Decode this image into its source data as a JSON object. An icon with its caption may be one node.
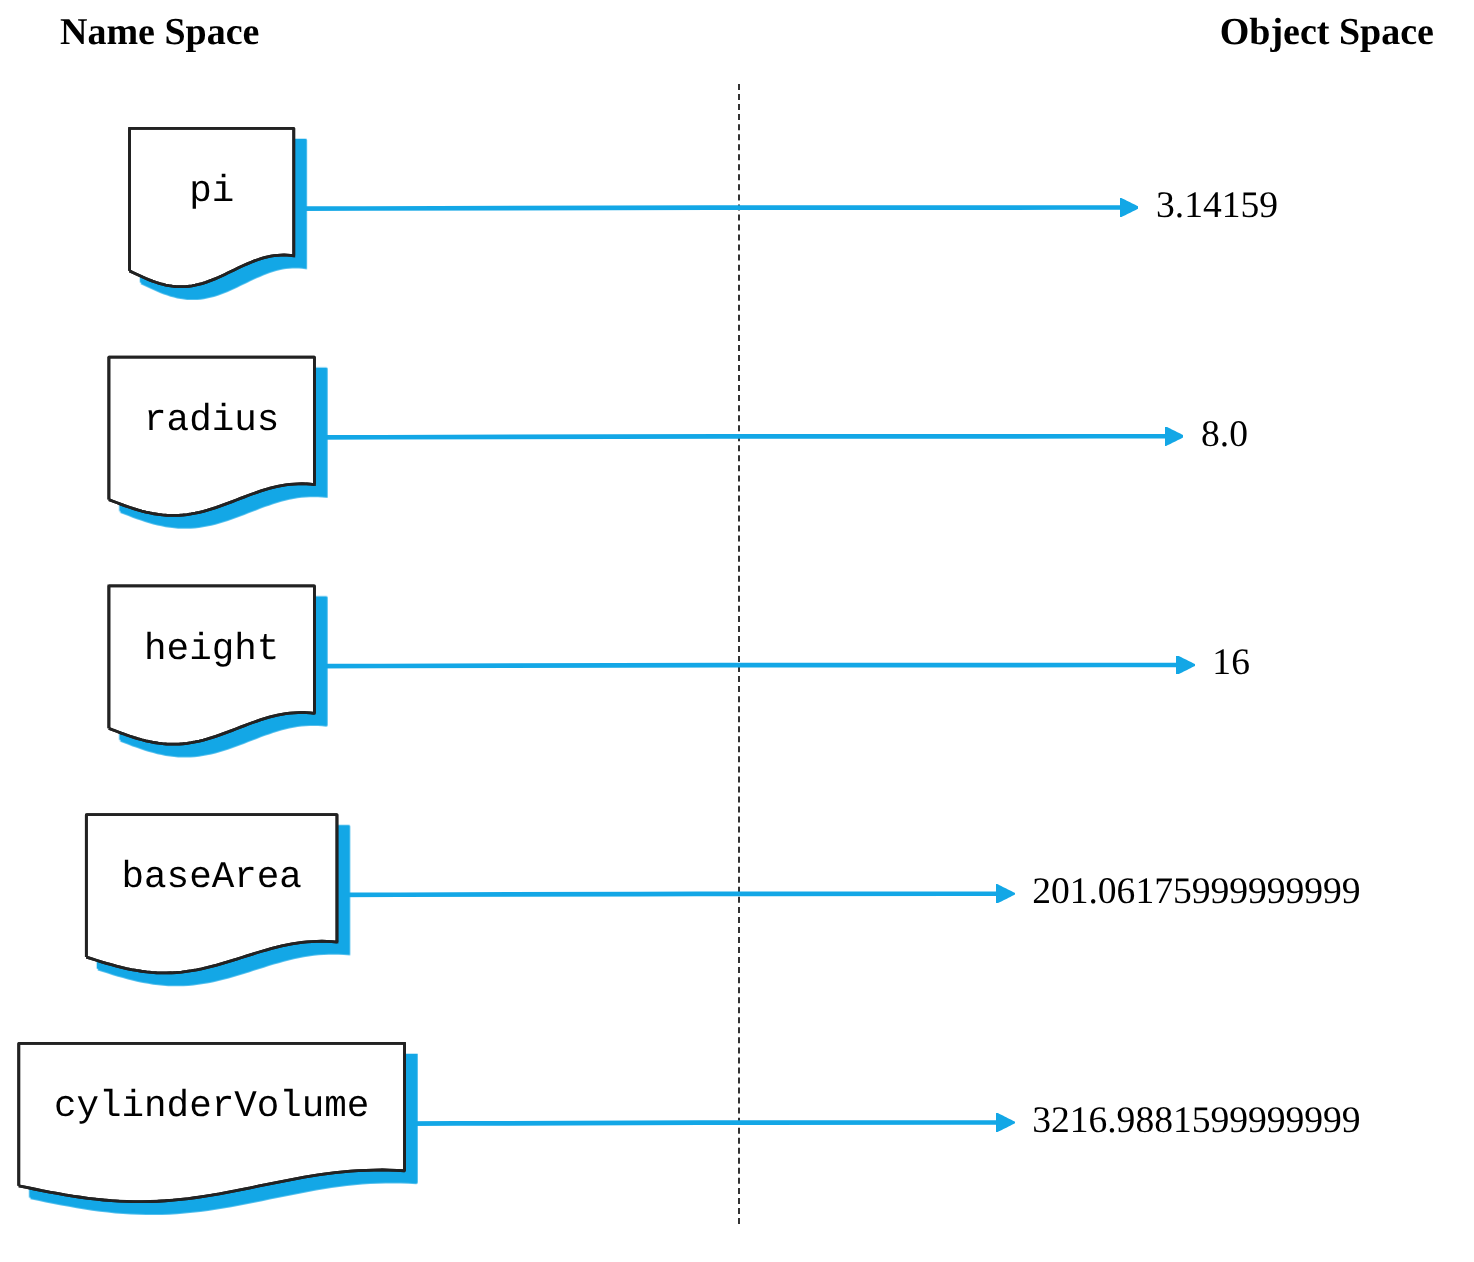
{
  "diagram": {
    "nodes": [
      {
        "text": [
          "pi"
        ]
      },
      {
        "text": [
          "3.14159"
        ]
      },
      {
        "text": [
          "radius"
        ]
      },
      {
        "text": [
          "8.0"
        ]
      },
      {
        "text": [
          "height"
        ]
      },
      {
        "text": [
          "16"
        ]
      },
      {
        "text": [
          "baseArea"
        ]
      },
      {
        "text": [
          "201.06175999999999"
        ]
      },
      {
        "text": [
          "cylinderVolume"
        ]
      },
      {
        "text": [
          "3216.9881599999999"
        ]
      }
    ],
    "edges": [
      {
        "from": 0,
        "to": 1,
        "arrow": "to"
      },
      {
        "from": 2,
        "to": 3,
        "arrow": "to"
      },
      {
        "from": 4,
        "to": 5,
        "arrow": "to"
      },
      {
        "from": 6,
        "to": 7,
        "arrow": "to"
      },
      {
        "from": 8,
        "to": 9,
        "arrow": "to"
      }
    ],
    "labels": [
      "Name Space",
      "Object Space"
    ]
  }
}
